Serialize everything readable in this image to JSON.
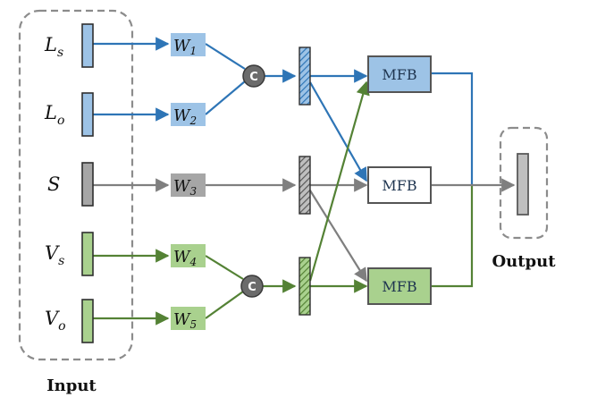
{
  "colors": {
    "blue": "#2e75b6",
    "blue_fill": "#9dc3e6",
    "gray": "#7f7f7f",
    "gray_fill": "#a6a6a6",
    "green": "#548235",
    "green_fill": "#a9d18e",
    "concat_fill": "#6b6b6b",
    "dashed_border": "#8c8c8c"
  },
  "inputs": [
    {
      "symbol": "L",
      "subscript": "s"
    },
    {
      "symbol": "L",
      "subscript": "o"
    },
    {
      "symbol": "S",
      "subscript": ""
    },
    {
      "symbol": "V",
      "subscript": "s"
    },
    {
      "symbol": "V",
      "subscript": "o"
    }
  ],
  "weights": [
    {
      "symbol": "W",
      "subscript": "1"
    },
    {
      "symbol": "W",
      "subscript": "2"
    },
    {
      "symbol": "W",
      "subscript": "3"
    },
    {
      "symbol": "W",
      "subscript": "4"
    },
    {
      "symbol": "W",
      "subscript": "5"
    }
  ],
  "concat_symbol": "C",
  "mfb_label": "MFB",
  "input_group_label": "Input",
  "output_group_label": "Output"
}
